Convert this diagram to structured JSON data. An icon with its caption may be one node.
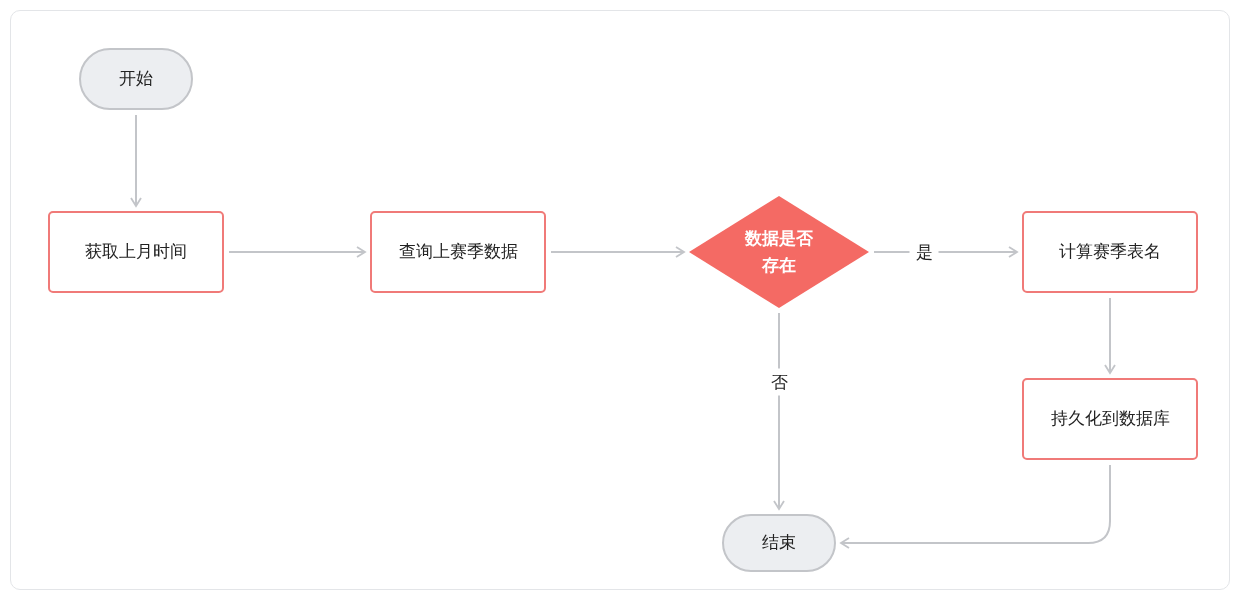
{
  "diagram": {
    "nodes": [
      {
        "text": [
          "开始"
        ]
      },
      {
        "text": [
          "获取上月时间"
        ]
      },
      {
        "text": [
          "查询上赛季数据"
        ]
      },
      {
        "text": [
          "数据是否存在"
        ]
      },
      {
        "text": [
          "计算赛季表名"
        ]
      },
      {
        "text": [
          "持久化到数据库"
        ]
      },
      {
        "text": [
          "结束"
        ]
      }
    ],
    "edges": [
      {
        "from": 0,
        "to": 1,
        "arrow": "to"
      },
      {
        "from": 1,
        "to": 2,
        "arrow": "to"
      },
      {
        "from": 2,
        "to": 3,
        "arrow": "to"
      },
      {
        "from": 3,
        "to": 4,
        "arrow": "to",
        "label": "是"
      },
      {
        "from": 4,
        "to": 5,
        "arrow": "to"
      },
      {
        "from": 3,
        "to": 6,
        "arrow": "to",
        "label": "否"
      },
      {
        "from": 5,
        "to": 6,
        "arrow": "to"
      }
    ]
  }
}
